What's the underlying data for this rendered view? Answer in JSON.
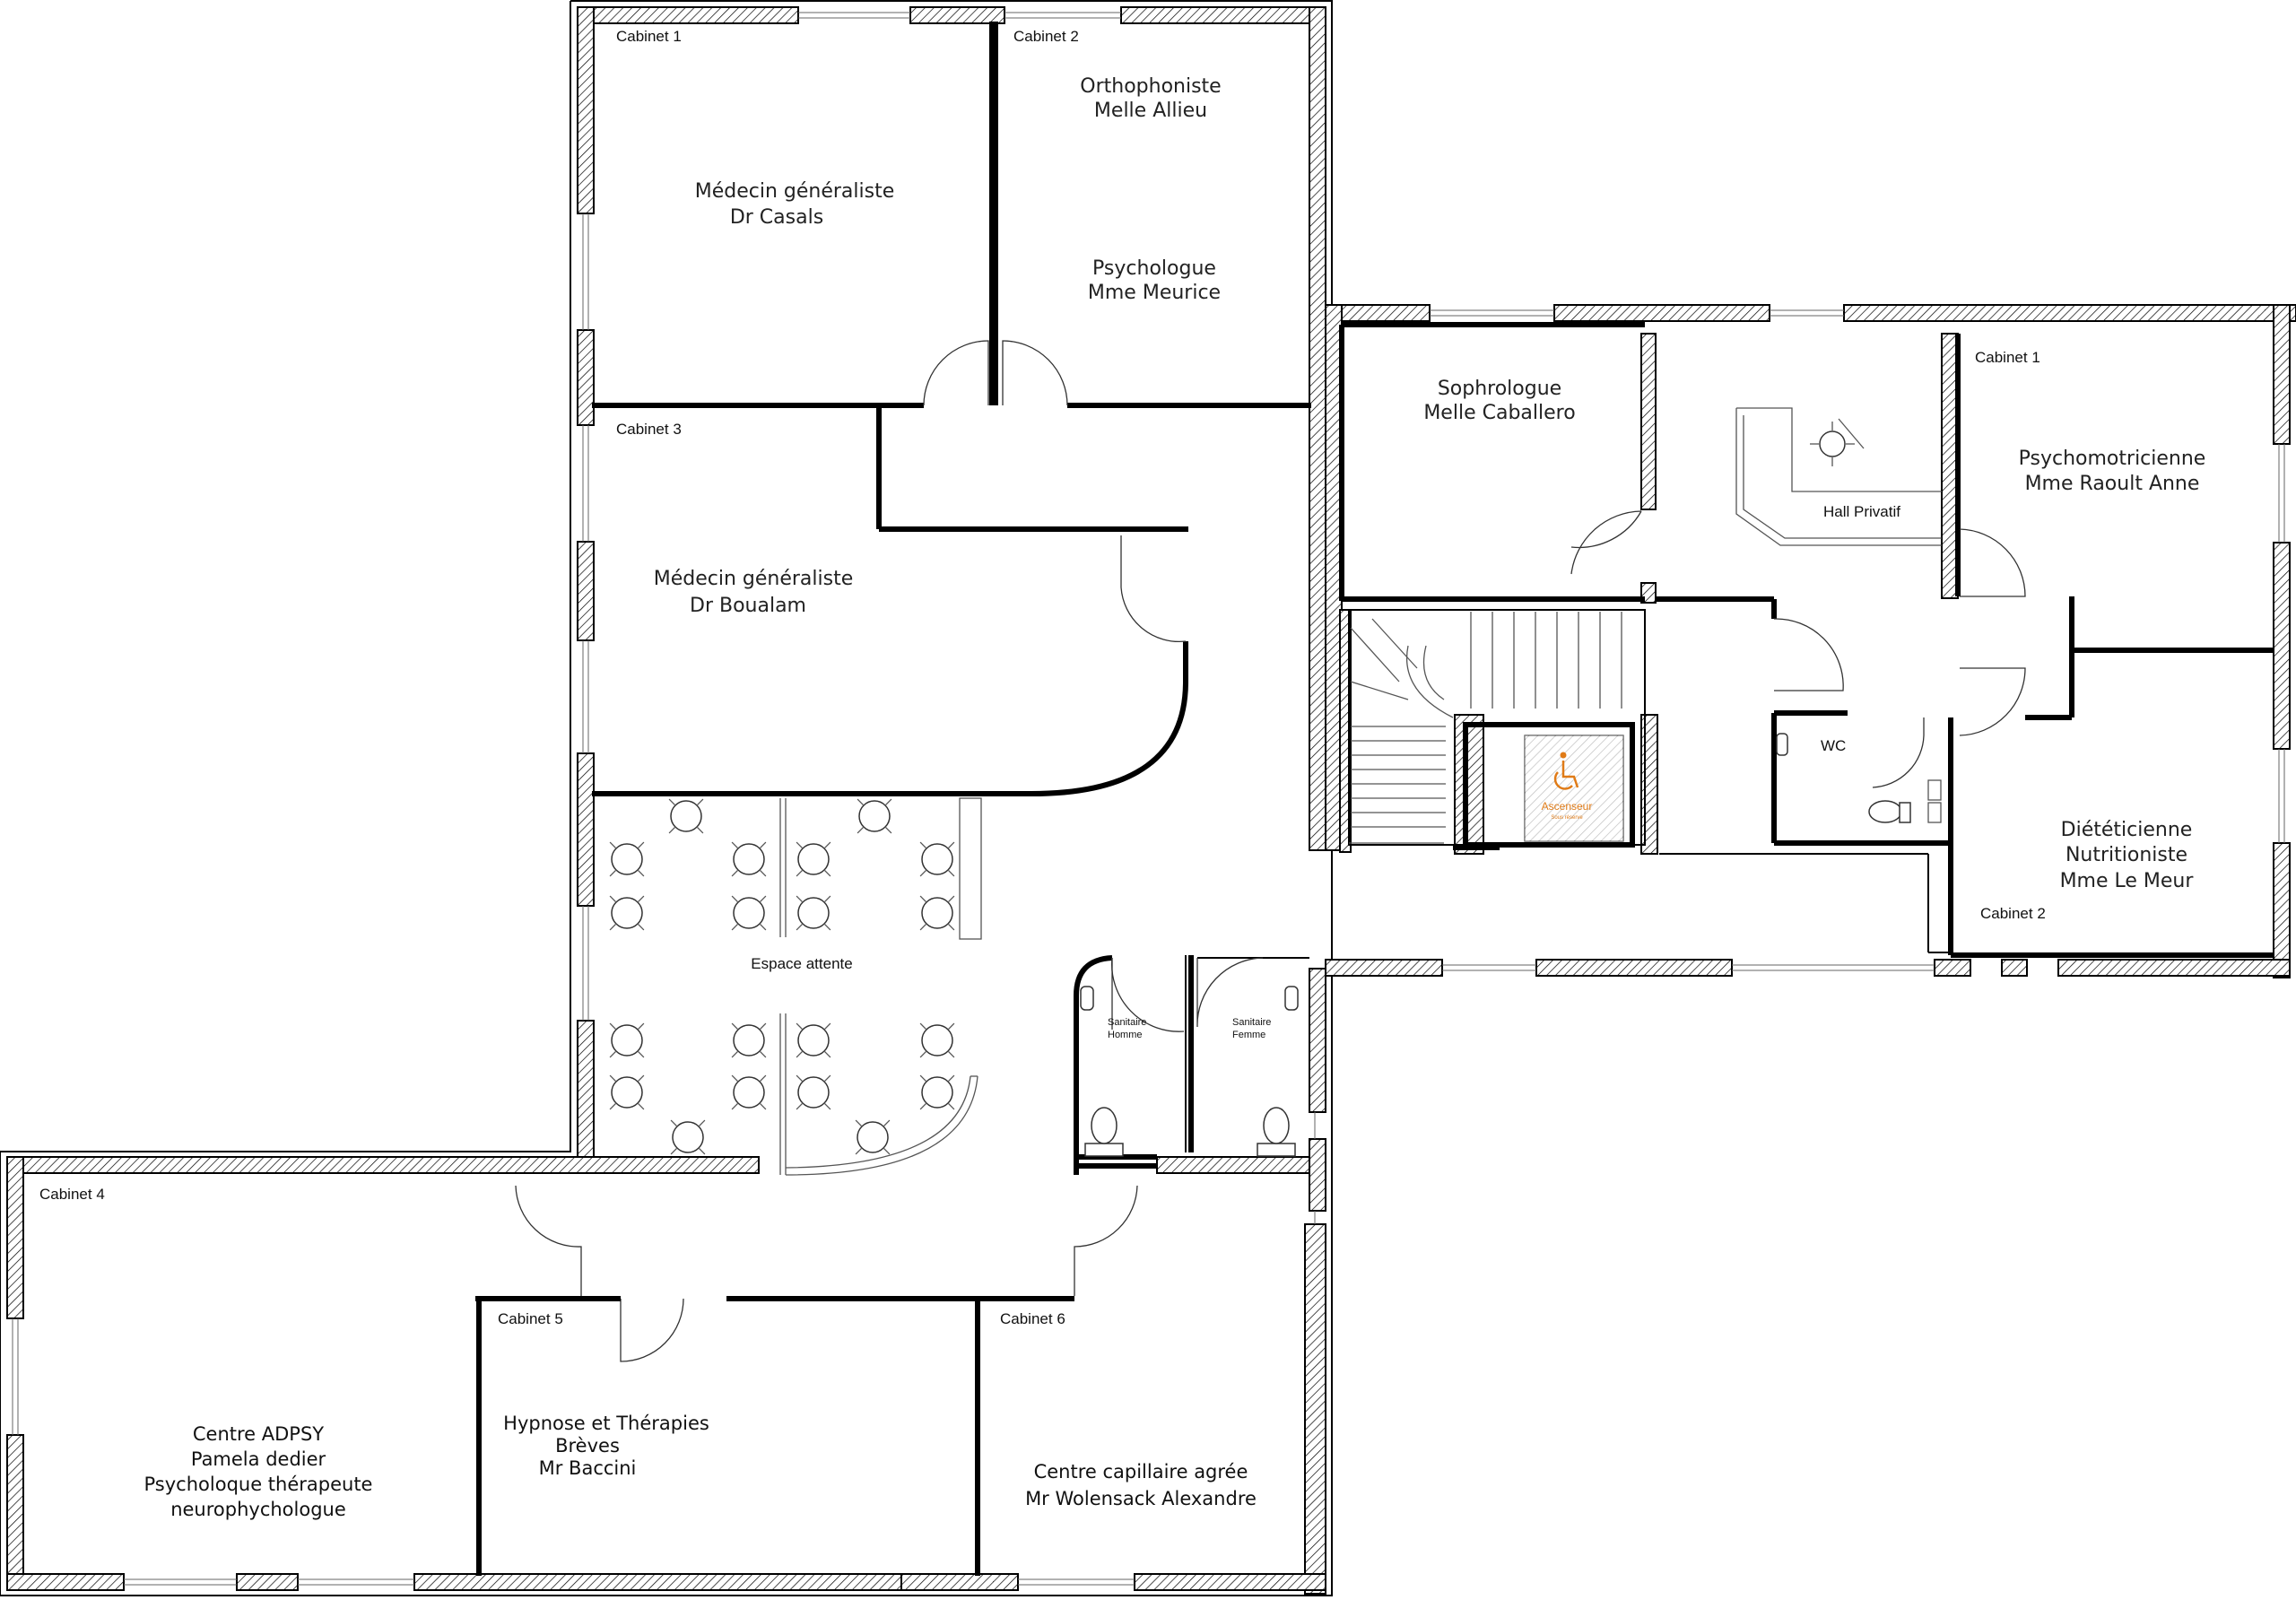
{
  "colors": {
    "wall_stroke": "#000000",
    "hatch": "#000000",
    "accessibility": "#e07b17",
    "text": "#222222"
  },
  "building_a": {
    "cabinet1": {
      "tag": "Cabinet 1",
      "line1": "Médecin généraliste",
      "line2": "Dr  Casals"
    },
    "cabinet2": {
      "tag": "Cabinet 2",
      "line1": "Orthophoniste",
      "line2": "Melle  Allieu",
      "line3": "Psychologue",
      "line4": "Mme Meurice"
    },
    "cabinet3": {
      "tag": "Cabinet 3",
      "line1": "Médecin généraliste",
      "line2": "Dr  Boualam"
    },
    "waiting": {
      "label": "Espace attente"
    },
    "sanitaire_homme": {
      "line1": "Sanitaire",
      "line2": "Homme"
    },
    "sanitaire_femme": {
      "line1": "Sanitaire",
      "line2": "Femme"
    },
    "cabinet4": {
      "tag": "Cabinet 4",
      "line1": "Centre ADPSY",
      "line2": "Pamela dedier",
      "line3": "Psycholoque thérapeute",
      "line4": "neurophychologue"
    },
    "cabinet5": {
      "tag": "Cabinet 5",
      "line1": "Hypnose et Thérapies",
      "line2": "Brèves",
      "line3": "Mr Baccini"
    },
    "cabinet6": {
      "tag": "Cabinet 6",
      "line1": "Centre capillaire agrée",
      "line2": "Mr Wolensack Alexandre"
    }
  },
  "building_b": {
    "sophrologue": {
      "line1": "Sophrologue",
      "line2": "Melle Caballero"
    },
    "hall": {
      "label": "Hall Privatif"
    },
    "cabinet1": {
      "tag": "Cabinet 1",
      "line1": "Psychomotricienne",
      "line2": "Mme Raoult Anne"
    },
    "cabinet2": {
      "tag": "Cabinet 2",
      "line1": "Diététicienne",
      "line2": "Nutritioniste",
      "line3": "Mme Le Meur"
    },
    "wc": {
      "label": "WC"
    },
    "elevator": {
      "label": "Ascenseur",
      "sublabel": "Sous réserve",
      "icon": "wheelchair-icon"
    }
  }
}
